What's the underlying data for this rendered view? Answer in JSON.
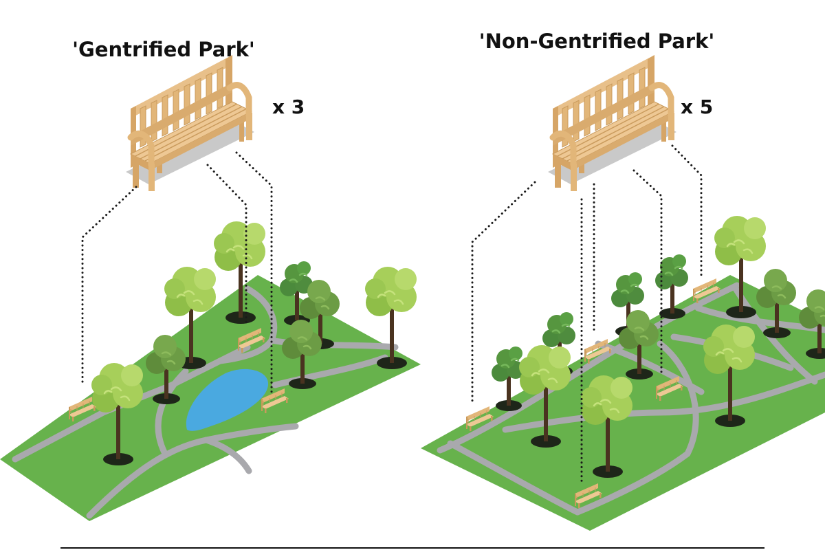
{
  "left_panel": {
    "title": "'Gentrified Park'",
    "bench_count": "x 3"
  },
  "right_panel": {
    "title": "'Non-Gentrified Park'",
    "bench_count": "x 5"
  },
  "colors": {
    "grass": "#67b24c",
    "path": "#a9a9ad",
    "pond": "#4aa9e0",
    "bench_wood": "#e2b679",
    "bench_shadow": "#c8c8c8",
    "tree_light": "#a7cf5a",
    "tree_mid": "#6c9c45",
    "tree_dark": "#4f8c3e",
    "trunk": "#4a3320",
    "tree_shadow": "#1e2619"
  },
  "icons": [
    "bench-icon",
    "tree-icon",
    "pond-icon"
  ]
}
